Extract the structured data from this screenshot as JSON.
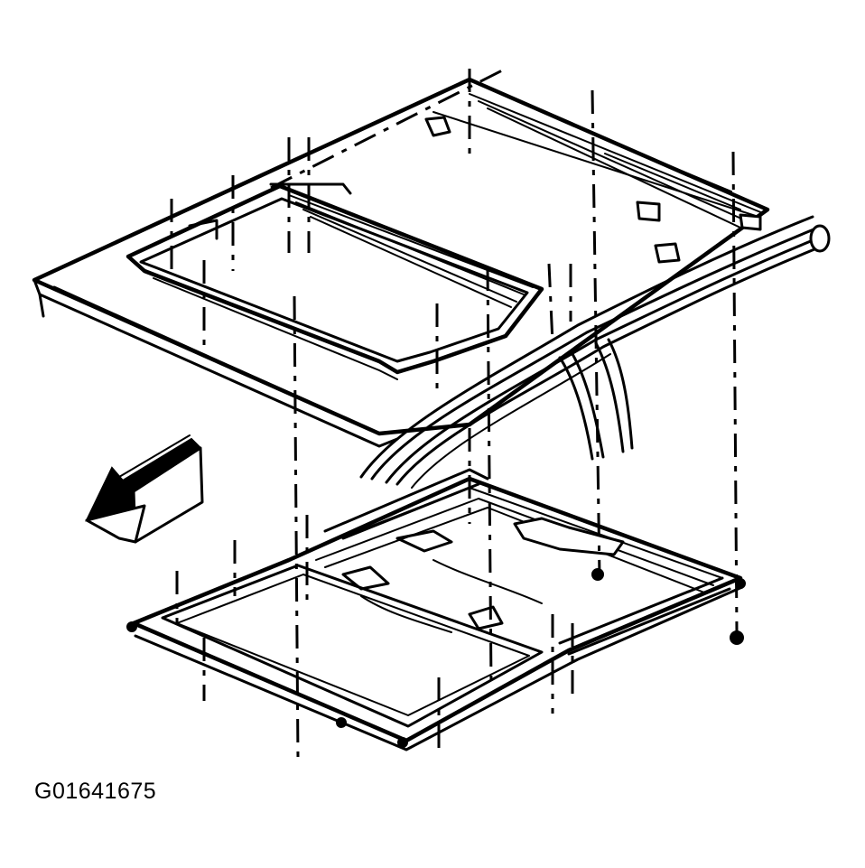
{
  "figure": {
    "id_label": "G01641675"
  },
  "parts": {
    "roof_panel": "roof-panel-with-sunroof-opening",
    "sunroof_frame": "sunroof-module-frame",
    "front_direction_arrow": "arrow-icon",
    "drain_hoses": "drain-hose-icon"
  },
  "colors": {
    "line": "#000000",
    "background": "#ffffff"
  }
}
